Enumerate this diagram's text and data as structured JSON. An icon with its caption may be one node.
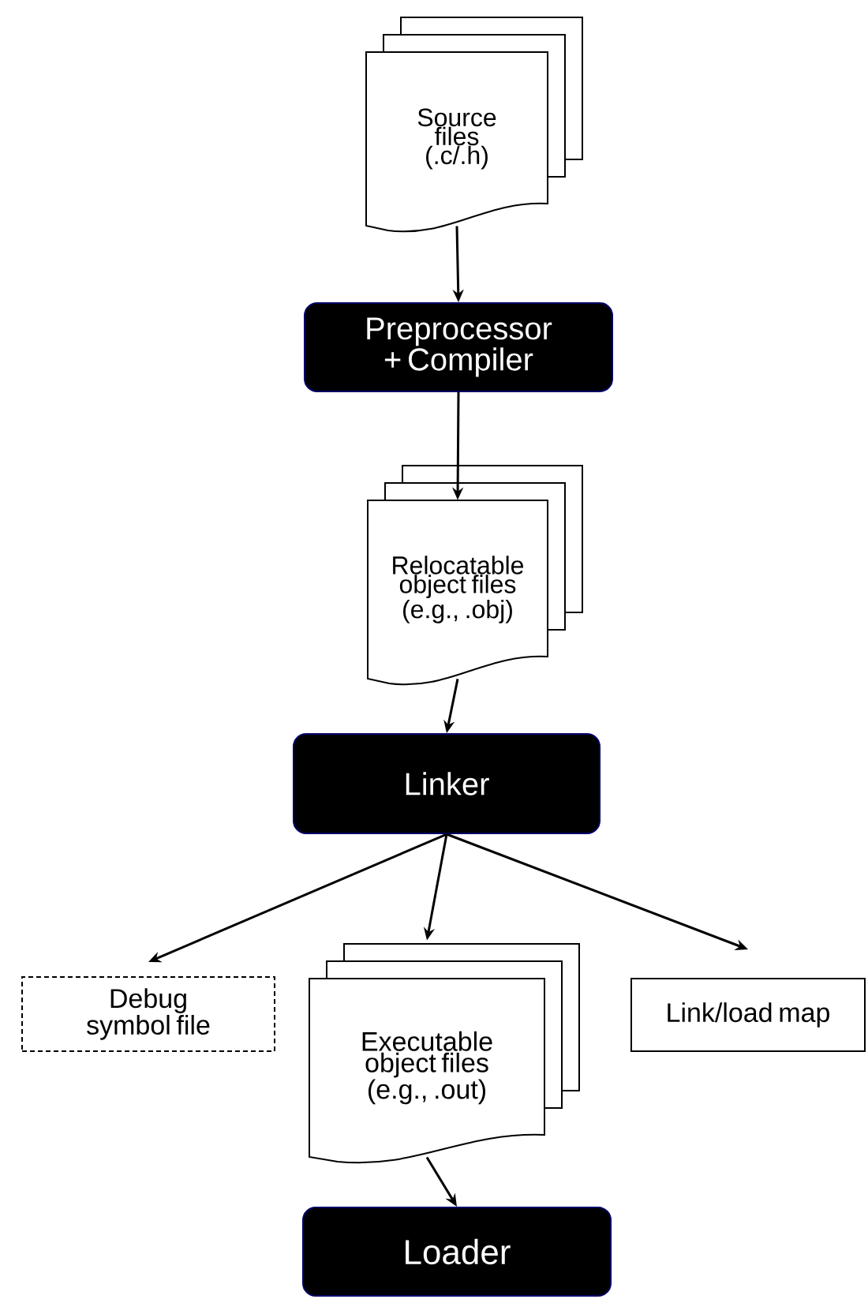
{
  "diagram": {
    "nodes": [
      {
        "text": [
          "Source files (.c/.h)"
        ]
      },
      {
        "text": [
          "Preprocessor + Compiler"
        ]
      },
      {
        "text": [
          "Relocatable object files (e.g., .obj)"
        ]
      },
      {
        "text": [
          "Linker"
        ]
      },
      {
        "text": [
          "Debug symbol file"
        ]
      },
      {
        "text": [
          "Executable object files (e.g., .out)"
        ]
      },
      {
        "text": [
          "Link/load map"
        ]
      },
      {
        "text": [
          "Loader"
        ]
      }
    ],
    "edges": [
      {
        "from": 0,
        "to": 1,
        "arrow": "to"
      },
      {
        "from": 1,
        "to": 2,
        "arrow": "to"
      },
      {
        "from": 2,
        "to": 3,
        "arrow": "to"
      },
      {
        "from": 3,
        "to": 4,
        "arrow": "to"
      },
      {
        "from": 3,
        "to": 5,
        "arrow": "to"
      },
      {
        "from": 3,
        "to": 6,
        "arrow": "to"
      },
      {
        "from": 5,
        "to": 7,
        "arrow": "to"
      }
    ]
  }
}
